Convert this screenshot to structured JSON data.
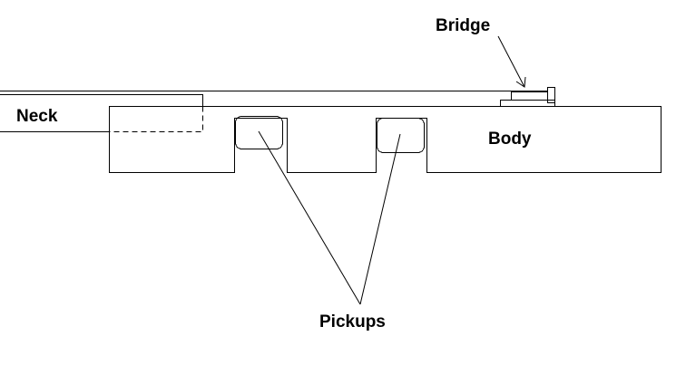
{
  "labels": {
    "bridge": "Bridge",
    "neck": "Neck",
    "body": "Body",
    "pickups": "Pickups"
  },
  "colors": {
    "stroke": "#000000",
    "background": "#ffffff"
  }
}
